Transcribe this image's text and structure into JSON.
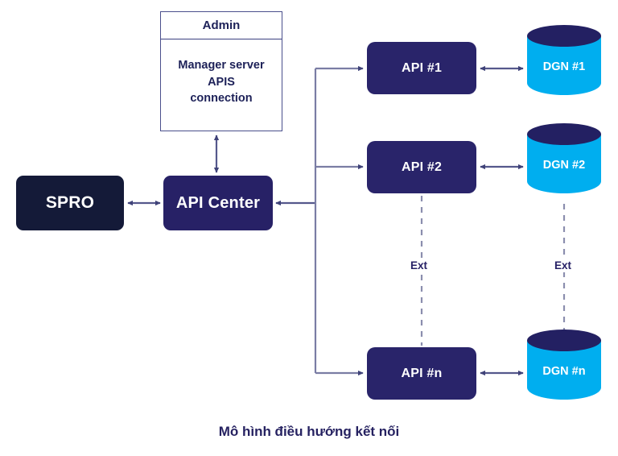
{
  "diagram": {
    "caption": "Mô hình điều hướng kết nối",
    "colors": {
      "background": "#ffffff",
      "spro_fill": "#141a38",
      "api_center_fill": "#272166",
      "api_fill": "#29246a",
      "db_body": "#00aeef",
      "db_top": "#232062",
      "connector": "#55588c",
      "admin_border": "#4a4f8c",
      "text_dark": "#1d2158",
      "caption_color": "#262261"
    },
    "admin": {
      "title": "Admin",
      "body": "Manager server\nAPIS\nconnection"
    },
    "spro": {
      "label": "SPRO"
    },
    "api_center": {
      "label": "API Center"
    },
    "apis": [
      {
        "label": "API #1"
      },
      {
        "label": "API #2"
      },
      {
        "label": "API #n"
      }
    ],
    "databases": [
      {
        "label": "DGN #1"
      },
      {
        "label": "DGN #2"
      },
      {
        "label": "DGN #n"
      }
    ],
    "ext_labels": {
      "api_column": "Ext",
      "db_column": "Ext"
    },
    "connections": [
      {
        "from": "Admin",
        "to": "API Center",
        "style": "double-arrow"
      },
      {
        "from": "SPRO",
        "to": "API Center",
        "style": "double-arrow"
      },
      {
        "from": "API Center",
        "to": "API #1",
        "style": "arrow"
      },
      {
        "from": "API Center",
        "to": "API #2",
        "style": "arrow"
      },
      {
        "from": "API Center",
        "to": "API #n",
        "style": "arrow"
      },
      {
        "from": "API #1",
        "to": "DGN #1",
        "style": "double-arrow"
      },
      {
        "from": "API #2",
        "to": "DGN #2",
        "style": "double-arrow"
      },
      {
        "from": "API #n",
        "to": "DGN #n",
        "style": "double-arrow"
      },
      {
        "from": "API #2",
        "to": "API #n",
        "style": "dashed"
      },
      {
        "from": "DGN #2",
        "to": "DGN #n",
        "style": "dashed"
      }
    ]
  }
}
